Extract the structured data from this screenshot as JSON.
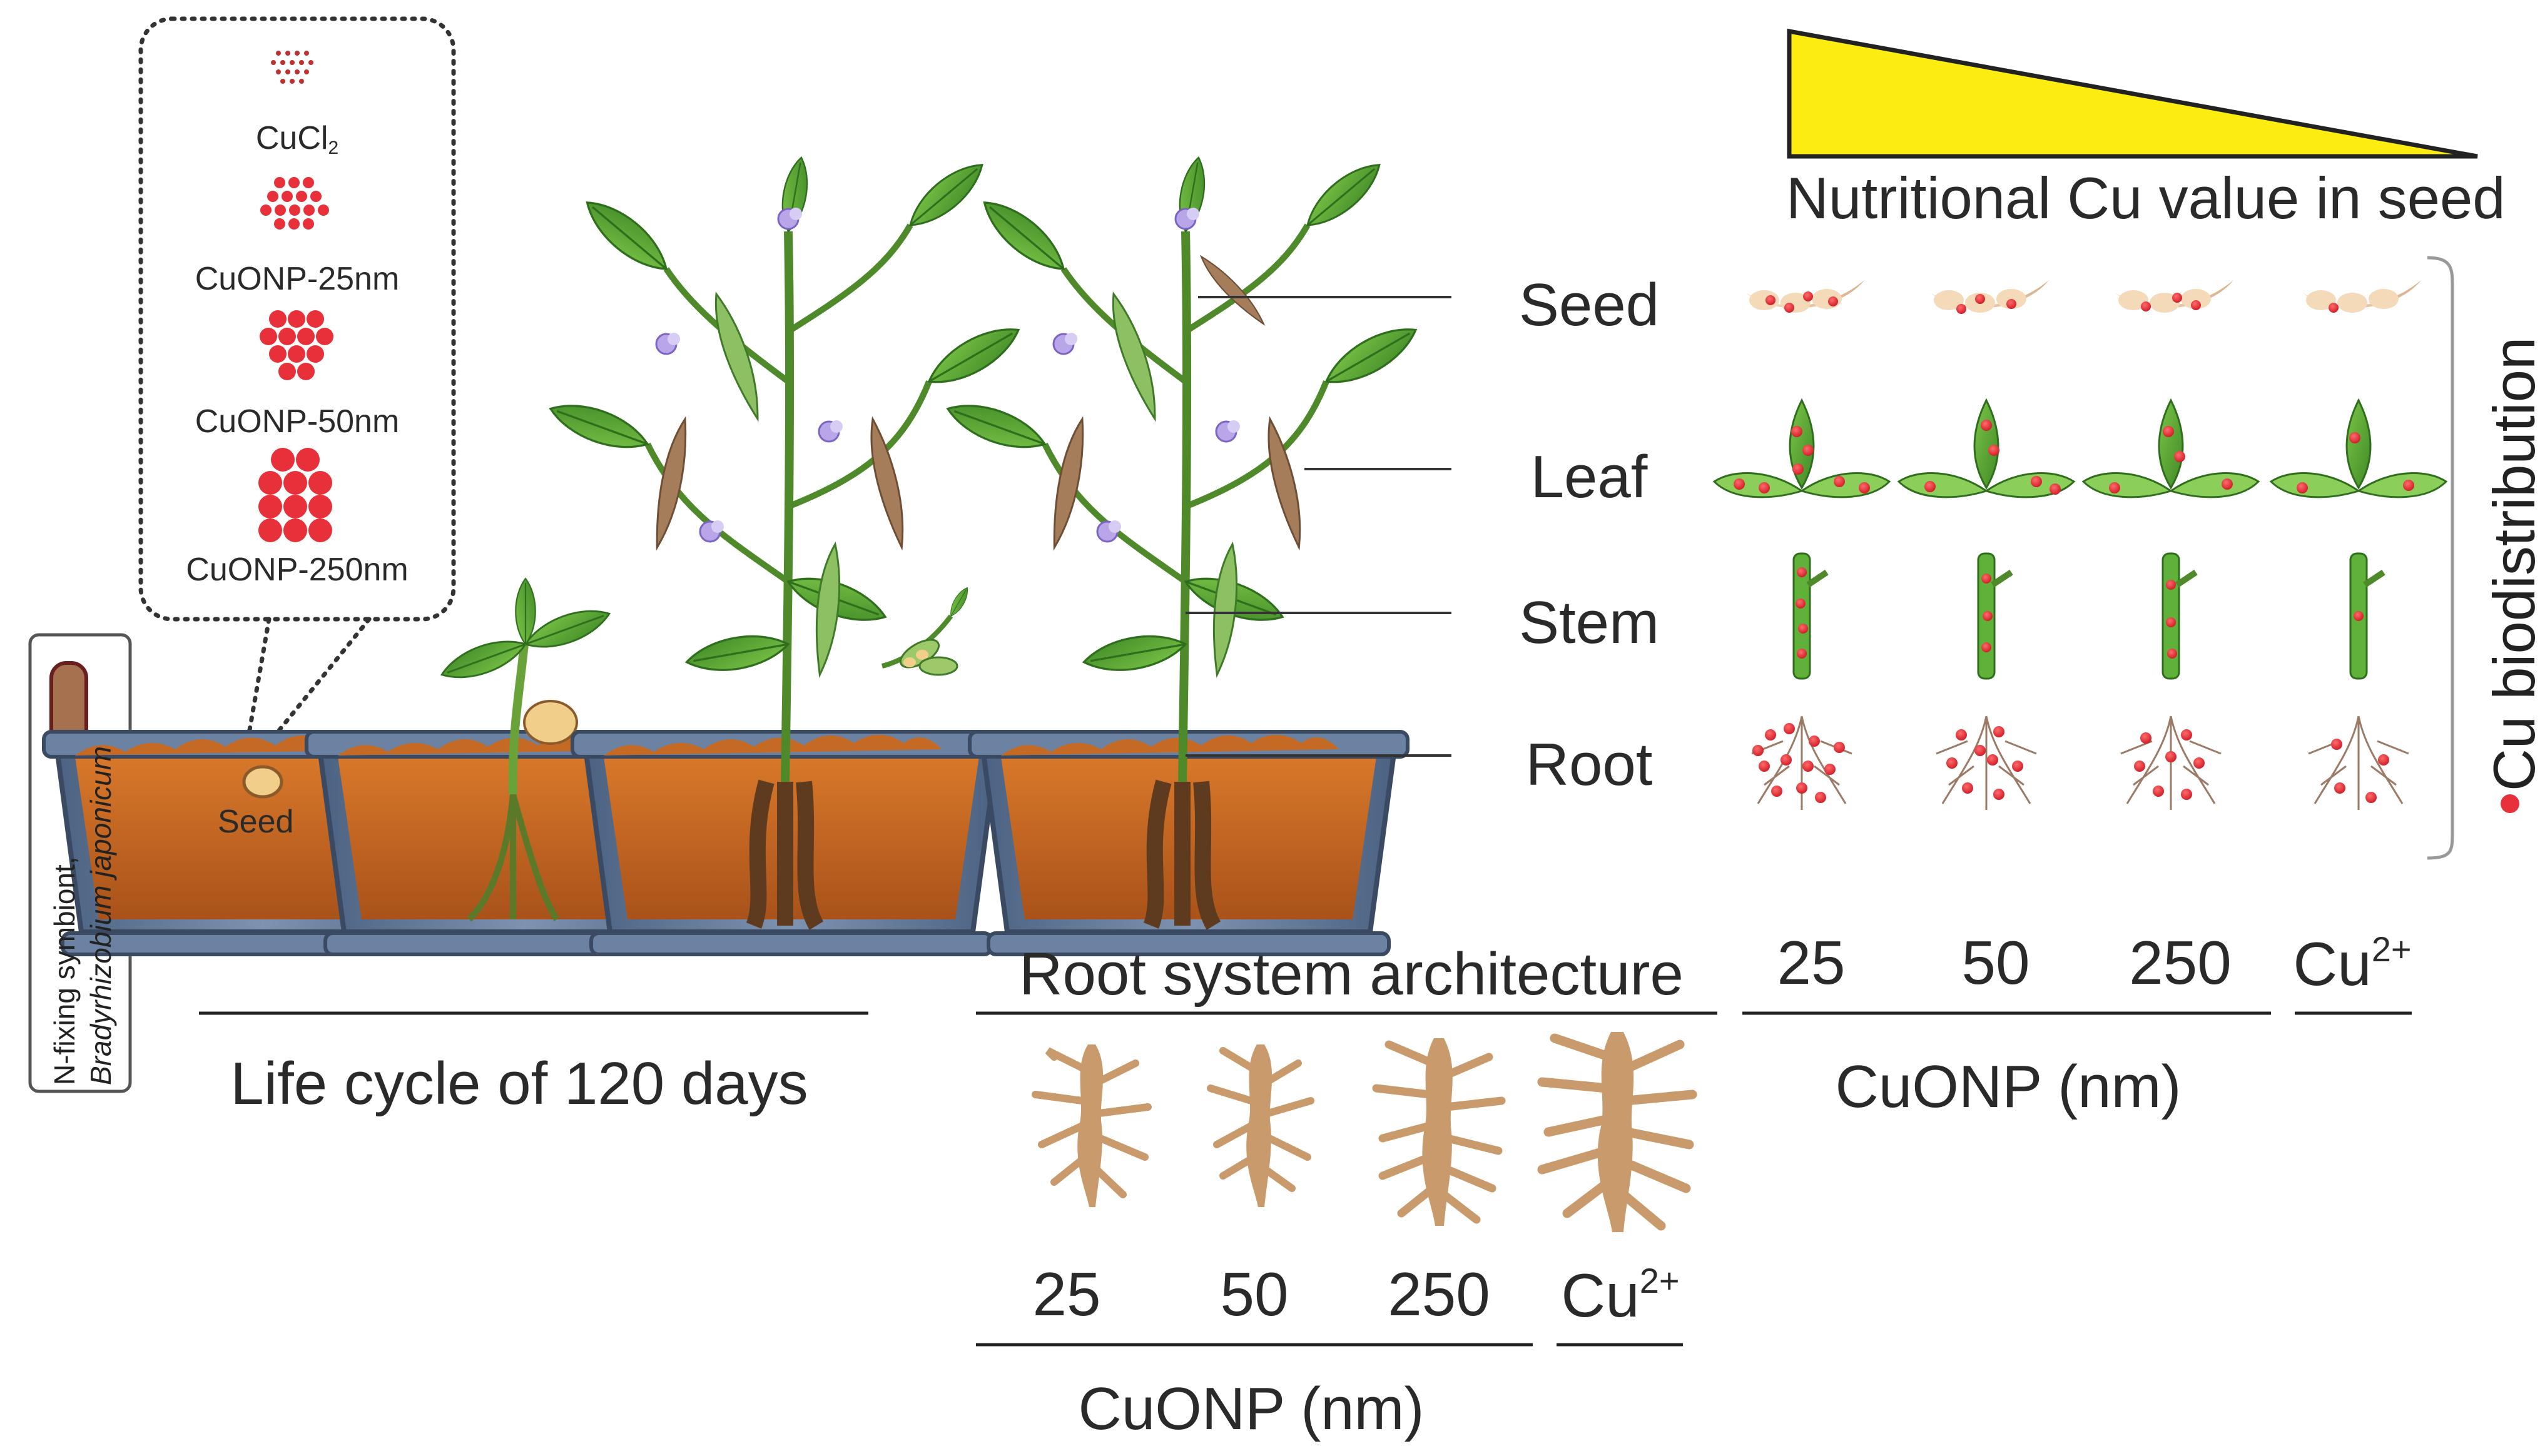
{
  "treatments_legend": {
    "items": [
      {
        "label": "CuCl",
        "sub": "2"
      },
      {
        "label": "CuONP-25nm",
        "sub": ""
      },
      {
        "label": "CuONP-50nm",
        "sub": ""
      },
      {
        "label": "CuONP-250nm",
        "sub": ""
      }
    ]
  },
  "symbiont": {
    "line1": "N-fixing symbiont,",
    "line2": "Bradyrhizobium japonicum"
  },
  "seed_label": "Seed",
  "life_cycle": "Life cycle of 120 days",
  "gradient_label": "Nutritional Cu value in seed",
  "organs": [
    "Seed",
    "Leaf",
    "Stem",
    "Root"
  ],
  "biodistribution_label": "Cu biodistribution",
  "biodist_ticks": {
    "values": [
      "25",
      "50",
      "250"
    ],
    "ion": "Cu",
    "ion_sup": "2+"
  },
  "biodist_axis": "CuONP (nm)",
  "root_arch_title": "Root system architecture",
  "root_ticks": {
    "values": [
      "25",
      "50",
      "250"
    ],
    "ion": "Cu",
    "ion_sup": "2+"
  },
  "root_axis": "CuONP (nm)",
  "colors": {
    "gradient_fill": "#fcec10",
    "cu_particle": "#e8303a",
    "soil": "#c8691f",
    "pot": "#5a6f8c",
    "leaf": "#5aa23a",
    "root": "#c99a6b",
    "pod": "#a57d5a"
  }
}
